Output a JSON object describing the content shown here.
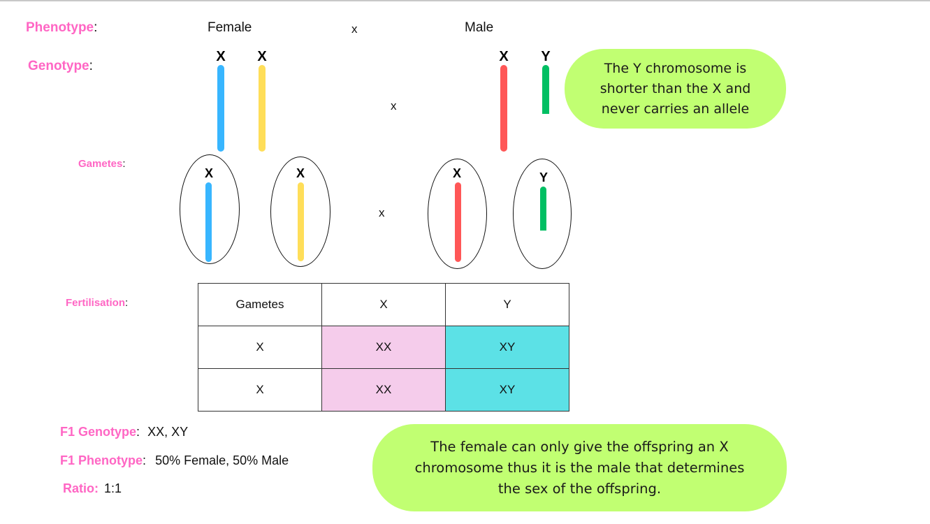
{
  "colors": {
    "label_pink": "#ff66c4",
    "female_x1": "#38b6ff",
    "female_x2": "#ffde59",
    "male_x": "#ff5757",
    "male_y": "#00bf63",
    "cell_female": "#f5cceb",
    "cell_male": "#5ce1e6",
    "callout_bg": "#c1ff72"
  },
  "phenotype": {
    "label": "Phenotype",
    "colon": ":",
    "female": "Female",
    "cross": "x",
    "male": "Male"
  },
  "genotype": {
    "label": "Genotype",
    "colon": ":",
    "female_chromosomes": [
      "X",
      "X"
    ],
    "cross": "x",
    "male_chromosomes": [
      "X",
      "Y"
    ]
  },
  "gametes": {
    "label": "Gametes",
    "colon": ":",
    "items": [
      "X",
      "X",
      "X",
      "Y"
    ],
    "cross": "x"
  },
  "fertilisation": {
    "label": "Fertilisation",
    "colon": ":",
    "table": {
      "header": [
        "Gametes",
        "X",
        "Y"
      ],
      "rows": [
        [
          "X",
          "XX",
          "XY"
        ],
        [
          "X",
          "XX",
          "XY"
        ]
      ]
    }
  },
  "results": {
    "f1_genotype_label": "F1 Genotype",
    "f1_genotype_value": "XX, XY",
    "f1_phenotype_label": "F1 Phenotype",
    "f1_phenotype_value": "50% Female, 50% Male",
    "ratio_label": "Ratio:",
    "ratio_value": "1:1",
    "colon": ":"
  },
  "callouts": {
    "y_chromosome_note": [
      "The Y chromosome is",
      "shorter than the X and",
      "never carries an allele"
    ],
    "sex_determination_note": [
      "The female can only give the offspring an X",
      "chromosome thus it is the male that determines",
      "the sex of the offspring."
    ]
  }
}
